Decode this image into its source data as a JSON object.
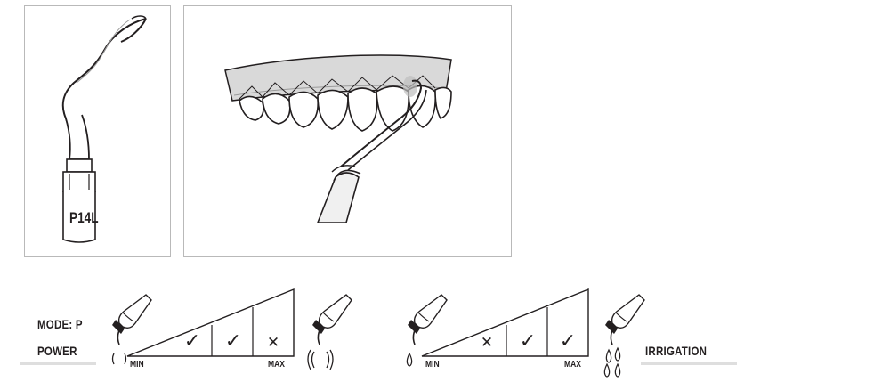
{
  "tip": {
    "code": "P14L"
  },
  "mode": {
    "label": "MODE: P"
  },
  "power": {
    "label": "POWER",
    "min_label": "MIN",
    "max_label": "MAX",
    "levels": [
      {
        "mark": "check",
        "symbol": "✓"
      },
      {
        "mark": "check",
        "symbol": "✓"
      },
      {
        "mark": "cross",
        "symbol": "✕"
      }
    ]
  },
  "irrigation": {
    "label": "IRRIGATION",
    "min_label": "MIN",
    "max_label": "MAX",
    "levels": [
      {
        "mark": "cross",
        "symbol": "✕"
      },
      {
        "mark": "check",
        "symbol": "✓"
      },
      {
        "mark": "check",
        "symbol": "✓"
      }
    ]
  },
  "colors": {
    "ink": "#231f20",
    "frame": "#b9b9b9",
    "gum": "#d9d9d9",
    "rule": "#dedede"
  },
  "icons": [
    "scaler-handpiece-icon",
    "vibration-low-icon",
    "vibration-high-icon",
    "water-drop-low-icon",
    "water-drops-high-icon"
  ]
}
